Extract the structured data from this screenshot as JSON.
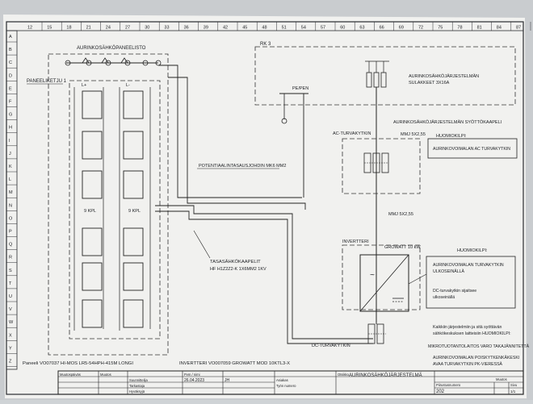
{
  "grid": {
    "col_numbers": [
      "12",
      "15",
      "18",
      "21",
      "24",
      "27",
      "30",
      "33",
      "36",
      "39",
      "42",
      "45",
      "48",
      "51",
      "54",
      "57",
      "60",
      "63",
      "66",
      "69",
      "72",
      "75",
      "78",
      "81",
      "84",
      "87"
    ],
    "row_letters": [
      "A",
      "B",
      "C",
      "D",
      "E",
      "F",
      "G",
      "H",
      "I",
      "J",
      "K",
      "L",
      "M",
      "N",
      "O",
      "P",
      "Q",
      "R",
      "S",
      "T",
      "U",
      "V",
      "W",
      "X",
      "Y",
      "Z"
    ]
  },
  "labels": {
    "panel_field": "AURINKOSÄHKÖPANEELISTO",
    "panel_string": "PANEELIKETJU 1",
    "count_left": "9 KPL",
    "count_right": "9 KPL",
    "plus_left": "L+",
    "plus_right": "L-",
    "rk3": "RK 3",
    "pe": "PE/PEN",
    "sys_fuses_1": "AURINKOSÄHKÖJÄRJESTELMÄN",
    "sys_fuses_2": "SULAKKEET 3X16A",
    "feed_cable": "AURINKOSÄHKÖJÄRJESTELMÄN SYÖTTÖKAAPELI",
    "ac_cable_1": "MMJ 5X2,55",
    "ac_switch": "AC-TURVAKYTKIN",
    "note_title_1": "HUOMIOKILPI:",
    "note_ac": "AURINKOVOIMALAN AC TURVAKYTKIN",
    "ac_cable_2": "MMJ 5X2,55",
    "bonding": "POTENTIAALINTASAUSJOHDIN MK6 MM2",
    "dc_cable_1": "TASASÄHKÖKAAPELIT",
    "dc_cable_2": "HF H1Z2Z2-K 1X6MM2 1KV",
    "inverter_label": "INVERTTERI",
    "inverter_power": "GROWATT 10 kW",
    "note_title_2": "HUOMIOKILPI:",
    "note_inv_1": "AURINKOVOIMALAN TURVAKYTKIN",
    "note_inv_2": "ULKOSEINÄLLÄ",
    "note_dc_1": "DC-turvakytkin sijaitsee",
    "note_dc_2": "ulkoseinällä",
    "dc_switch": "DC-TURVAKYTKIN",
    "info_1": "Kaikkiin järjestelmiin ja sitä syöttävän",
    "info_2": "sähkökeskuksen laitteisiin HUOMIOKILPI:",
    "info_3": "MIKROTUOTANTOLAITOS VARO TAKAJÄNNITETTÄ",
    "info_4": "AURINKOVOIMALAN POISKYTKENKÄKESKI",
    "info_5": "AVAA TURVAKYTKIN PK-VIERESSÄ",
    "panel_spec": "Paneeli VO07037 HI-MOS LR5-54HPH-415M LONGI",
    "inverter_spec": "INVERTTERI VO007059 GROWATT MOD 10KTL3-X",
    "ac_symbol": "~"
  },
  "title_block": {
    "h_muutos": "Muutospäiväs",
    "h_muutos2": "Muutos",
    "suunnittelija": "Suunnittelija",
    "tarkastaja": "Tarkastaja",
    "hyvaksyja": "Hyväksyjä",
    "pvm_label": "Pvm / nimi",
    "pvm": "26.04.2023",
    "pvm_nimi": "JH",
    "asiakas": "Asiakas",
    "tyon_numero": "Työn numero",
    "otsikko_label": "Otsikko",
    "otsikko": "AURINKOSÄHKÖJÄRJESTELMÄ",
    "piir_label": "Piirustusnumero",
    "piir_num": "202",
    "muutos_label": "Muutos",
    "sivu_label": "Sivu",
    "sivu": "1/1"
  }
}
